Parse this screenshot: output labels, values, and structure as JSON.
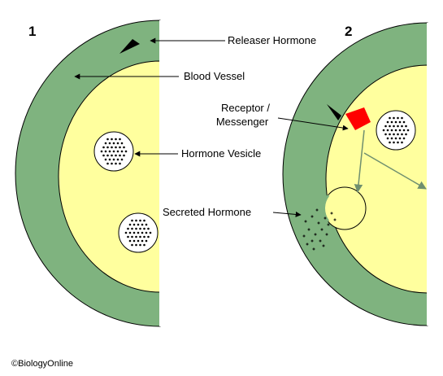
{
  "colors": {
    "membrane_green": "#7fb37f",
    "cytoplasm_yellow": "#ffff9e",
    "receptor_red": "#ff0000",
    "signal_arrow": "#6f8f6f",
    "outline": "#000000"
  },
  "panels": [
    {
      "number": "1"
    },
    {
      "number": "2"
    }
  ],
  "labels": {
    "releaser_hormone": "Releaser Hormone",
    "blood_vessel": "Blood Vessel",
    "receptor_line1": "Receptor /",
    "receptor_line2": "Messenger",
    "hormone_vesicle": "Hormone Vesicle",
    "secreted_hormone": "Secreted Hormone"
  },
  "credit": "©BiologyOnline",
  "icons": [
    "hormone-vesicle-icon",
    "receptor-icon",
    "releaser-hormone-icon"
  ]
}
